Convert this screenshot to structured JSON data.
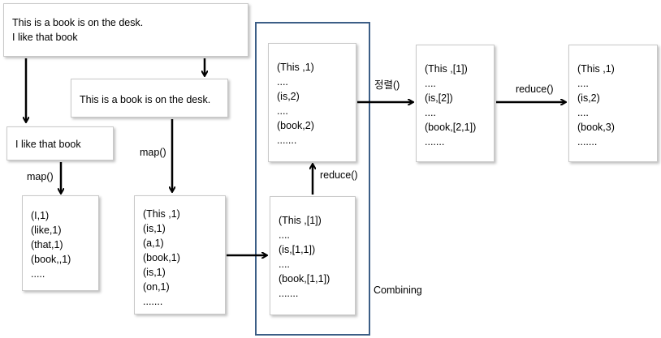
{
  "input_text": [
    "This is a book is on the desk.",
    "I like that book"
  ],
  "split_1": "This is a book is on the desk.",
  "split_2": "I like that book",
  "map_label": "map()",
  "map_output_2": [
    "(I,1)",
    "(like,1)",
    "(that,1)",
    "(book,,1)",
    "....."
  ],
  "map_output_1": [
    "(This ,1)",
    "(is,1)",
    "(a,1)",
    "(book,1)",
    "(is,1)",
    "(on,1)",
    "......."
  ],
  "combining_label": "Combining",
  "combine_input": [
    "(This ,[1])",
    "....",
    "(is,[1,1])",
    "....",
    "(book,[1,1])",
    "......."
  ],
  "reduce_label": "reduce()",
  "combine_output": [
    "(This ,1)",
    "....",
    "(is,2)",
    "....",
    "(book,2)",
    "......."
  ],
  "sort_label": "정렬()",
  "sorted": [
    "(This ,[1])",
    "....",
    "(is,[2])",
    "....",
    "(book,[2,1])",
    "......."
  ],
  "final_output": [
    "(This ,1)",
    "....",
    "(is,2)",
    "....",
    "(book,3)",
    "......."
  ]
}
